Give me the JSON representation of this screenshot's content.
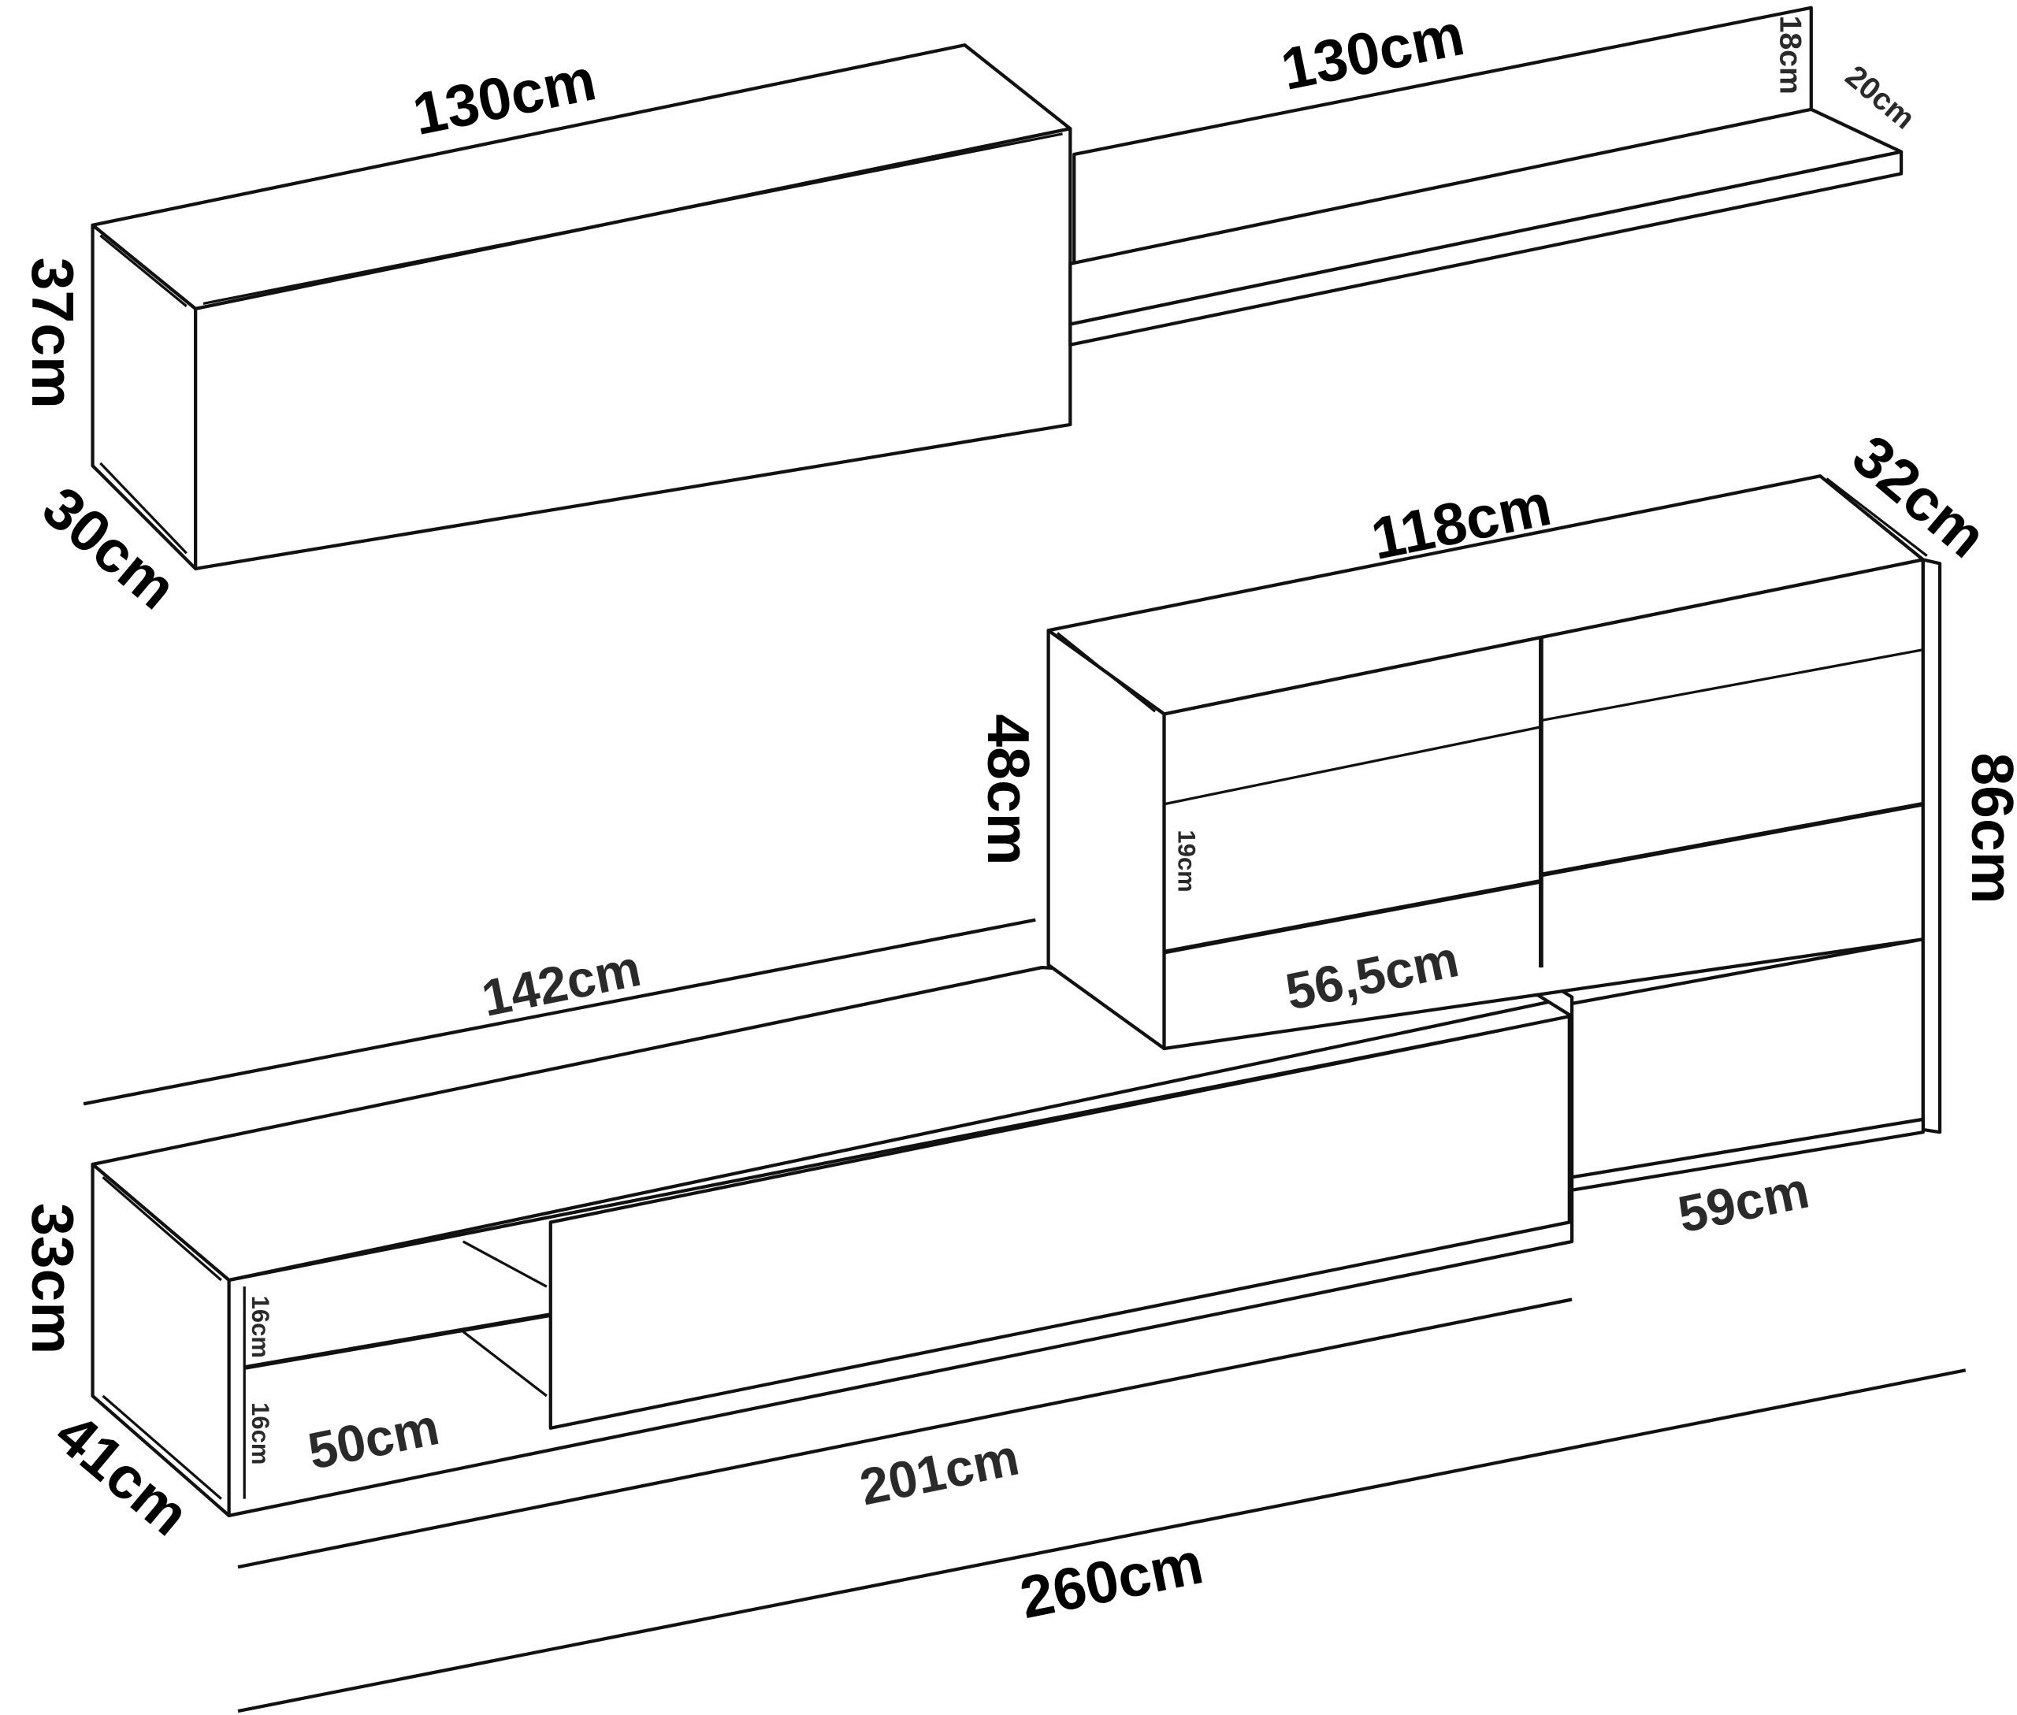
{
  "dimensions": {
    "wall_cabinet_width": "130cm",
    "wall_cabinet_height": "37cm",
    "wall_cabinet_depth": "30cm",
    "shelf_width": "130cm",
    "shelf_height": "18cm",
    "shelf_depth": "20cm",
    "tall_unit_width": "118cm",
    "tall_unit_depth": "32cm",
    "tall_unit_height": "86cm",
    "upper_box_height": "48cm",
    "compartment_height": "19cm",
    "compartment_width": "56,5cm",
    "tall_unit_lower_width": "59cm",
    "back_length": "142cm",
    "tv_unit_height": "33cm",
    "tv_unit_depth": "41cm",
    "tv_unit_width": "201cm",
    "open_section_width": "50cm",
    "open_shelf_upper_height": "16cm",
    "open_shelf_lower_height": "16cm",
    "total_width": "260cm"
  }
}
